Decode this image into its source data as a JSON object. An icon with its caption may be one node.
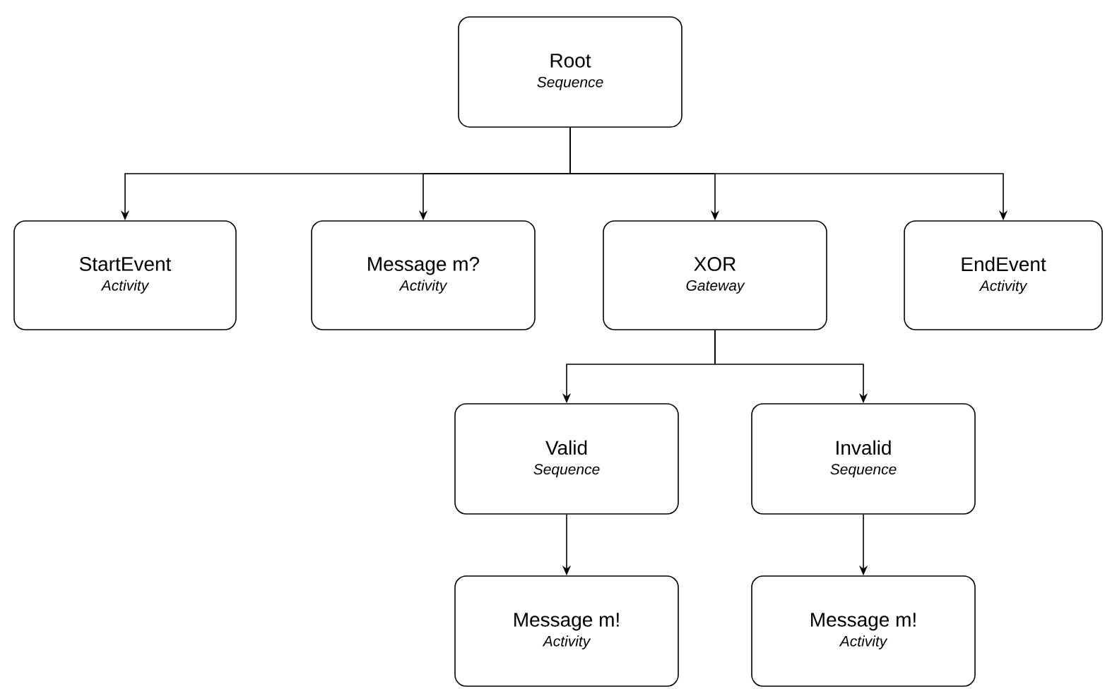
{
  "diagram": {
    "nodes": [
      {
        "text": [
          "Root",
          "Sequence"
        ]
      },
      {
        "text": [
          "StartEvent",
          "Activity"
        ]
      },
      {
        "text": [
          "Message m?",
          "Activity"
        ]
      },
      {
        "text": [
          "XOR",
          "Gateway"
        ]
      },
      {
        "text": [
          "EndEvent",
          "Activity"
        ]
      },
      {
        "text": [
          "Valid",
          "Sequence"
        ]
      },
      {
        "text": [
          "Invalid",
          "Sequence"
        ]
      },
      {
        "text": [
          "Message m!",
          "Activity"
        ]
      },
      {
        "text": [
          "Message m!",
          "Activity"
        ]
      }
    ],
    "edges": [
      {
        "from": 0,
        "to": 1,
        "arrow": "to"
      },
      {
        "from": 0,
        "to": 2,
        "arrow": "to"
      },
      {
        "from": 0,
        "to": 3,
        "arrow": "to"
      },
      {
        "from": 0,
        "to": 4,
        "arrow": "to"
      },
      {
        "from": 3,
        "to": 5,
        "arrow": "to"
      },
      {
        "from": 3,
        "to": 6,
        "arrow": "to"
      },
      {
        "from": 5,
        "to": 7,
        "arrow": "to"
      },
      {
        "from": 6,
        "to": 8,
        "arrow": "to"
      }
    ]
  }
}
